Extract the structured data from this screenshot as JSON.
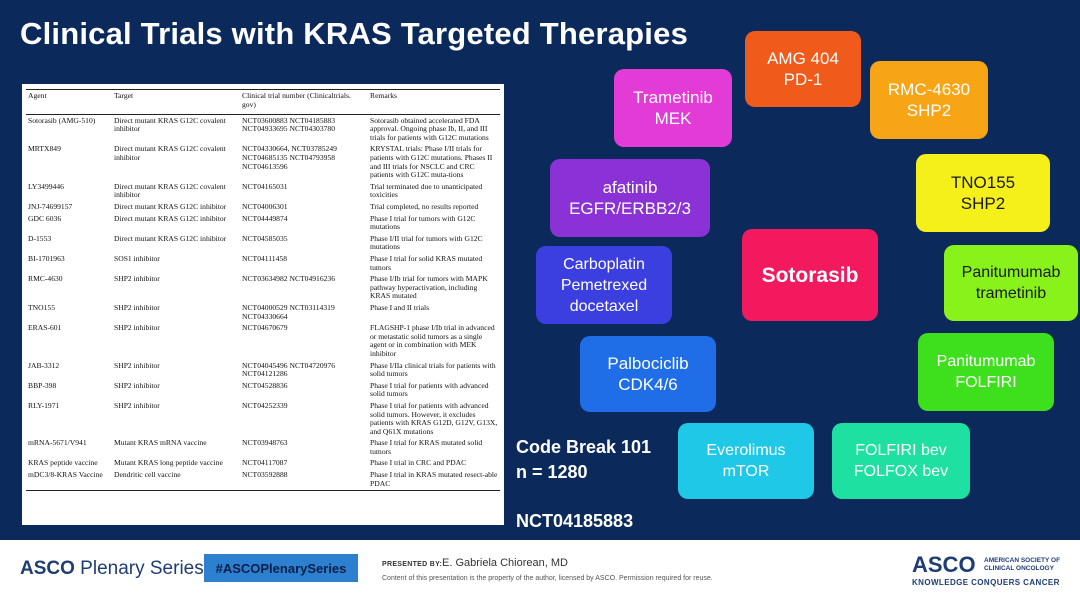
{
  "title": "Clinical Trials with KRAS Targeted Therapies",
  "table": {
    "headers": [
      "Agent",
      "Target",
      "Clinical trial number (Clinicaltrials. gov)",
      "Remarks"
    ],
    "rows": [
      [
        "Sotorasib (AMG-510)",
        "Direct mutant KRAS G12C covalent inhibitor",
        "NCT03600883 NCT04185883 NCT04933695 NCT04303780",
        "Sotorasib obtained accelerated FDA approval. Ongoing phase Ib, II, and III trials for patients with G12C mutations"
      ],
      [
        "MRTX849",
        "Direct mutant KRAS G12C covalent inhibitor",
        "NCT04330664, NCT03785249 NCT04685135 NCT04793958 NCT04613596",
        "KRYSTAL trials: Phase I/II trials for patients with G12C mutations. Phases II and III trials for NSCLC and CRC patients with G12C muta-tions"
      ],
      [
        "LY3499446",
        "Direct mutant KRAS G12C covalent inhibitor",
        "NCT04165031",
        "Trial terminated due to unanticipated toxicities"
      ],
      [
        "JNJ-74699157",
        "Direct mutant KRAS G12C inhibitor",
        "NCT04006301",
        "Trial completed, no results reported"
      ],
      [
        "GDC 6036",
        "Direct mutant KRAS G12C inhibitor",
        "NCT04449874",
        "Phase I trial for tumors with G12C mutations"
      ],
      [
        "D-1553",
        "Direct mutant KRAS G12C inhibitor",
        "NCT04585035",
        "Phase I/II trial for tumors with G12C mutations"
      ],
      [
        "BI-1701963",
        "SOS1 inhibitor",
        "NCT04111458",
        "Phase I trial for solid KRAS mutated tumors"
      ],
      [
        "RMC-4630",
        "SHP2 inhibitor",
        "NCT03634982 NCT04916236",
        "Phase I/Ib trial for tumors with MAPK pathway hyperactivation, including KRAS mutated"
      ],
      [
        "TNO155",
        "SHP2 inhibitor",
        "NCT04000529 NCT03114319 NCT04330664",
        "Phase I and II trials"
      ],
      [
        "ERAS-601",
        "SHP2 inhibitor",
        "NCT04670679",
        "FLAGSHP-1 phase I/Ib trial in advanced or metastatic solid tumors as a single agent or in combination with MEK inhibitor"
      ],
      [
        "JAB-3312",
        "SHP2 inhibitor",
        "NCT04045496 NCT04720976 NCT04121286",
        "Phase I/IIa clinical trials for patients with solid tumors"
      ],
      [
        "BBP-398",
        "SHP2 inhibitor",
        "NCT04528836",
        "Phase I trial for patients with advanced solid tumors"
      ],
      [
        "RLY-1971",
        "SHP2 inhibitor",
        "NCT04252339",
        "Phase I trial for patients with advanced solid tumors. However, it excludes patients with KRAS G12D, G12V, G13X, and Q61X mutations"
      ],
      [
        "mRNA-5671/V941",
        "Mutant KRAS mRNA vaccine",
        "NCT03948763",
        "Phase I trial for KRAS mutated solid tumors"
      ],
      [
        "KRAS peptide vaccine",
        "Mutant KRAS long peptide vaccine",
        "NCT04117087",
        "Phase I trial in CRC and PDAC"
      ],
      [
        "mDC3/8-KRAS Vaccine",
        "Dendritic cell vaccine",
        "NCT03592888",
        "Phase I trial in KRAS mutated resect-able PDAC"
      ]
    ]
  },
  "bubbles": [
    {
      "id": "amg404",
      "lines": [
        "AMG 404",
        "PD-1"
      ],
      "color": "#f05a1a"
    },
    {
      "id": "trametinib",
      "lines": [
        "Trametinib",
        "MEK"
      ],
      "color": "#e23bd6"
    },
    {
      "id": "rmc4630",
      "lines": [
        "RMC-4630",
        "SHP2"
      ],
      "color": "#f7a415"
    },
    {
      "id": "afatinib",
      "lines": [
        "afatinib",
        "EGFR/ERBB2/3"
      ],
      "color": "#8b32d6"
    },
    {
      "id": "tno155",
      "lines": [
        "TNO155",
        "SHP2"
      ],
      "color": "#f5ef1a"
    },
    {
      "id": "carboplatin",
      "lines": [
        "Carboplatin",
        "Pemetrexed",
        "docetaxel"
      ],
      "color": "#3b3fe0"
    },
    {
      "id": "sotorasib",
      "lines": [
        "Sotorasib"
      ],
      "color": "#f2195f"
    },
    {
      "id": "panitumumab-trametinib",
      "lines": [
        "Panitumumab",
        "trametinib"
      ],
      "color": "#88f21a"
    },
    {
      "id": "palbociclib",
      "lines": [
        "Palbociclib",
        "CDK4/6"
      ],
      "color": "#1f6ee8"
    },
    {
      "id": "panitumumab-folfiri",
      "lines": [
        "Panitumumab",
        "FOLFIRI"
      ],
      "color": "#3ee01e"
    },
    {
      "id": "everolimus",
      "lines": [
        "Everolimus",
        "mTOR"
      ],
      "color": "#1ec8e6"
    },
    {
      "id": "folfiri-bev",
      "lines": [
        "FOLFIRI bev",
        "FOLFOX bev"
      ],
      "color": "#1ee0a0"
    }
  ],
  "code_break": {
    "line1": "Code Break 101",
    "line2": "n = 1280",
    "nct": "NCT04185883"
  },
  "footer": {
    "asco_plenary_bold": "ASCO",
    "asco_plenary_rest": " Plenary Series",
    "hashtag": "#ASCOPlenarySeries",
    "presented_by": "PRESENTED BY:",
    "presenter": "E. Gabriela Chiorean,  MD",
    "content_note": "Content of this presentation is the property of the author, licensed by ASCO. Permission required for reuse.",
    "asco_logo": "ASCO",
    "asco_society_line1": "AMERICAN SOCIETY OF",
    "asco_society_line2": "CLINICAL ONCOLOGY",
    "asco_tagline": "KNOWLEDGE CONQUERS CANCER"
  }
}
